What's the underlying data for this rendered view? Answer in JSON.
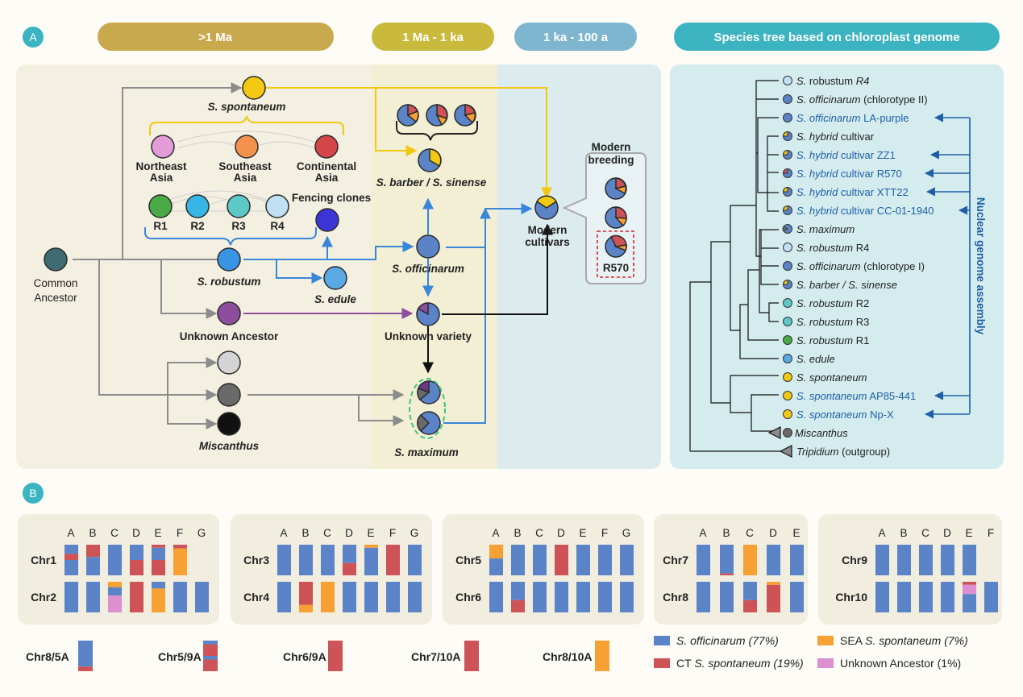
{
  "panel_a": {
    "label": "A",
    "headers": [
      ">1 Ma",
      "1 Ma - 1 ka",
      "1 ka - 100 a",
      "Species tree based on chloroplast genome"
    ],
    "nodes": {
      "common_ancestor": [
        "Common",
        "Ancestor"
      ],
      "spontaneum": "S. spontaneum",
      "ne_asia": [
        "Northeast",
        "Asia"
      ],
      "se_asia": [
        "Southeast",
        "Asia"
      ],
      "cont_asia": [
        "Continental",
        "Asia"
      ],
      "r1": "R1",
      "r2": "R2",
      "r3": "R3",
      "r4": "R4",
      "fencing": "Fencing clones",
      "robustum": "S. robustum",
      "edule": "S. edule",
      "unknown_ancestor": "Unknown Ancestor",
      "miscanthus": "Miscanthus",
      "barber": "S. barber / S. sinense",
      "officinarum": "S. officinarum",
      "unknown_variety": "Unknown variety",
      "maximum": "S. maximum",
      "modern_cultivars": [
        "Modern",
        "cultivars"
      ],
      "modern_breeding": [
        "Modern",
        "breeding"
      ],
      "r570": "R570"
    },
    "tree_leaves": [
      {
        "it": "S.",
        "rest": " robustum ",
        "it2": "R4"
      },
      {
        "it": "S. officinarum",
        "rest": " (chlorotype II)"
      },
      {
        "it": "S. officinarum",
        "rest": " LA-purple"
      },
      {
        "it": "S. hybrid",
        "rest": " cultivar"
      },
      {
        "it": "S. hybrid",
        "rest": " cultivar ZZ1"
      },
      {
        "it": "S. hybrid",
        "rest": " cultivar R570"
      },
      {
        "it": "S. hybrid",
        "rest": " cultivar XTT22"
      },
      {
        "it": "S. hybrid",
        "rest": " cultivar CC-01-1940"
      },
      {
        "it": "S. maximum",
        "rest": ""
      },
      {
        "it": "S. robustum",
        "rest": " R4"
      },
      {
        "it": "S. officinarum",
        "rest": " (chlorotype I)"
      },
      {
        "it": "S. barber / S. sinense",
        "rest": ""
      },
      {
        "it": "S. robustum",
        "rest": " R2"
      },
      {
        "it": "S. robustum",
        "rest": " R3"
      },
      {
        "it": "S. robustum",
        "rest": " R1"
      },
      {
        "it": "S. edule",
        "rest": ""
      },
      {
        "it": "S. spontaneum",
        "rest": ""
      },
      {
        "it": "S. spontaneum",
        "rest": " AP85-441"
      },
      {
        "it": "S. spontaneum",
        "rest": " Np-X"
      },
      {
        "it": "Miscanthus",
        "rest": ""
      },
      {
        "it": "Tripidium",
        "rest": " (outgroup)"
      }
    ],
    "nuclear_label": "Nuclear genome assembly"
  },
  "panel_b": {
    "label": "B",
    "groups": [
      {
        "letters": [
          "A",
          "B",
          "C",
          "D",
          "E",
          "F",
          "G"
        ],
        "rows": [
          "Chr1",
          "Chr2"
        ]
      },
      {
        "letters": [
          "A",
          "B",
          "C",
          "D",
          "E",
          "F",
          "G"
        ],
        "rows": [
          "Chr3",
          "Chr4"
        ]
      },
      {
        "letters": [
          "A",
          "B",
          "C",
          "D",
          "E",
          "F",
          "G"
        ],
        "rows": [
          "Chr5",
          "Chr6"
        ]
      },
      {
        "letters": [
          "A",
          "B",
          "C",
          "D",
          "E"
        ],
        "rows": [
          "Chr7",
          "Chr8"
        ]
      },
      {
        "letters": [
          "A",
          "B",
          "C",
          "D",
          "E",
          "F"
        ],
        "rows": [
          "Chr9",
          "Chr10"
        ]
      }
    ],
    "recombinants": [
      "Chr8/5A",
      "Chr5/9A",
      "Chr6/9A",
      "Chr7/10A",
      "Chr8/10A"
    ],
    "legend": [
      {
        "it": "S. officinarum",
        "rest": " (77%)",
        "pre": "",
        "color": "#5b84c8"
      },
      {
        "it": "S. spontaneum",
        "rest": " (19%)",
        "pre": "CT ",
        "color": "#cd5356"
      },
      {
        "it": "S. spontaneum",
        "rest": " (7%)",
        "pre": "SEA ",
        "color": "#f7a033"
      },
      {
        "it": "",
        "rest": "Unknown Ancestor (1%)",
        "pre": "",
        "color": "#dd8fcf"
      }
    ]
  },
  "colors": {
    "officinarum": "#5b84c8",
    "ct_spontaneum": "#cd5356",
    "sea_spontaneum": "#f7a033",
    "unknown": "#dd8fcf",
    "spontaneum_yellow": "#f2c811",
    "header_gold": "#c8a94e",
    "header_olive": "#c9b93c",
    "header_blue": "#7fb6cf",
    "header_teal": "#3bb3c0"
  }
}
